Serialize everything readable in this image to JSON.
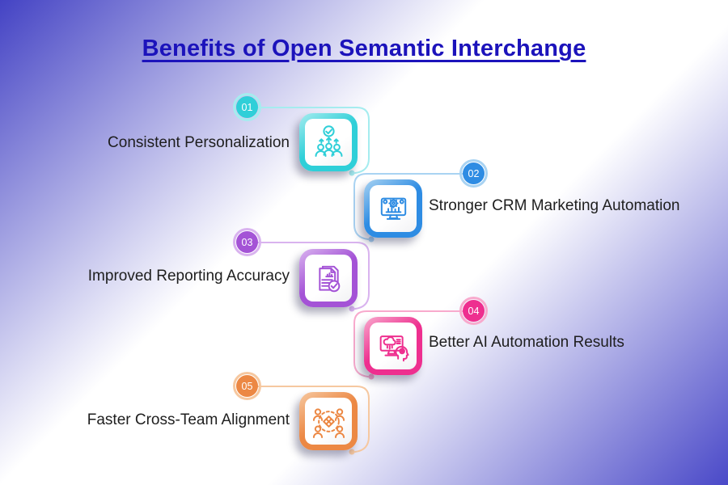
{
  "title": {
    "text": "Benefits of Open Semantic Interchange",
    "color": "#1c13bb"
  },
  "background": {
    "edge_color": "#4645c5",
    "center_color": "#ffffff"
  },
  "items": [
    {
      "number": "01",
      "label": "Consistent Personalization",
      "icon": "team-check-icon",
      "color": "#2fcfd8",
      "color_light": "#a5ecef",
      "side": "left"
    },
    {
      "number": "02",
      "label": "Stronger CRM Marketing Automation",
      "icon": "monitor-gear-icon",
      "color": "#2e8ce3",
      "color_light": "#a9d3f2",
      "side": "right"
    },
    {
      "number": "03",
      "label": "Improved Reporting Accuracy",
      "icon": "report-check-icon",
      "color": "#a453d6",
      "color_light": "#d9b3ef",
      "side": "left"
    },
    {
      "number": "04",
      "label": "Better AI Automation Results",
      "icon": "ai-monitor-icon",
      "color": "#ee2f8f",
      "color_light": "#f8aacd",
      "side": "right"
    },
    {
      "number": "05",
      "label": "Faster Cross-Team Alignment",
      "icon": "team-alignment-icon",
      "color": "#ec8844",
      "color_light": "#f6c8a0",
      "side": "left"
    }
  ]
}
